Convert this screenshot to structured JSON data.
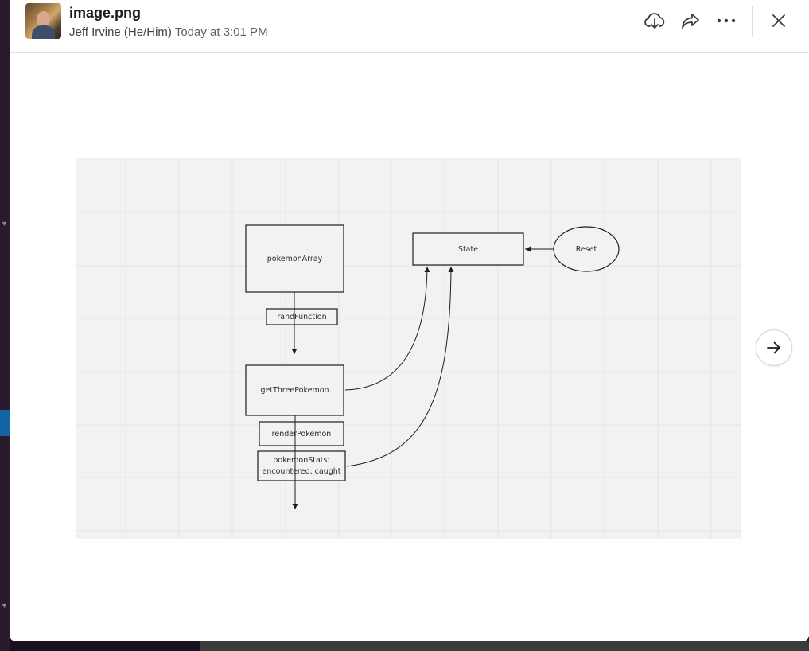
{
  "file": {
    "name": "image.png",
    "author": "Jeff Irvine (He/Him)",
    "timestamp": "Today at 3:01 PM"
  },
  "header_actions": {
    "download": "download-cloud-icon",
    "share": "share-arrow-icon",
    "more": "more-horizontal-icon",
    "close": "close-icon"
  },
  "navigation": {
    "next": "arrow-right-icon"
  },
  "diagram": {
    "nodes": {
      "pokemon_array": "pokemonArray",
      "rand_function": "randFunction",
      "get_three_pokemon": "getThreePokemon",
      "render_pokemon": "renderPokemon",
      "pokemon_stats_line1": "pokemonStats:",
      "pokemon_stats_line2": "encountered, caught",
      "state": "State",
      "reset": "Reset"
    }
  },
  "colors": {
    "canvas_bg": "#f2f2f2",
    "grid": "#e4e4e4",
    "stroke": "#1e1e1e",
    "teal_accent": "#1264a3"
  }
}
